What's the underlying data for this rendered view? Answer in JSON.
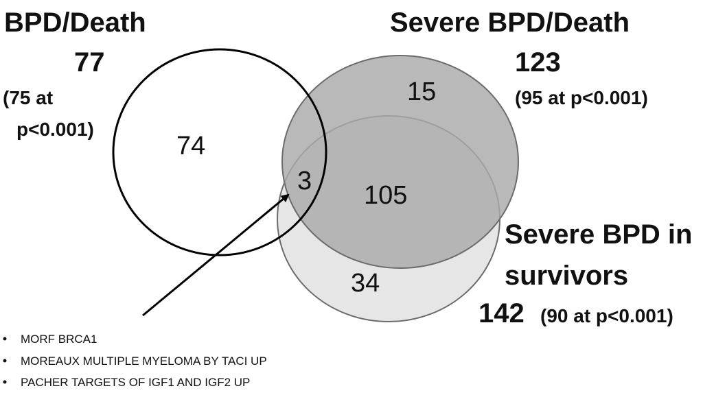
{
  "sets": {
    "bpd_death": {
      "name": "BPD/Death",
      "total": "77",
      "sig_line1": "(75 at",
      "sig_line2": "p<0.001)"
    },
    "severe_bpd_death": {
      "name": "Severe BPD/Death",
      "total": "123",
      "sig": "(95 at p<0.001)"
    },
    "severe_bpd_survivors": {
      "name_line1": "Severe BPD in",
      "name_line2": "survivors",
      "total": "142",
      "sig": "(90 at p<0.001)"
    }
  },
  "regions": {
    "bpd_only": "74",
    "severe_death_only": "15",
    "triple_overlap": "3",
    "severe_death_and_survivors": "105",
    "survivors_only": "34"
  },
  "overlap_gene_sets": [
    "MORF BRCA1",
    "MOREAUX MULTIPLE MYELOMA BY TACI UP",
    "PACHER TARGETS OF IGF1 AND IGF2 UP"
  ],
  "colors": {
    "survivors_fill": "#e6e6e6",
    "severe_death_fill": "#a9a9a9",
    "outline": "#000000",
    "gray_outline": "#6b6b6b"
  }
}
